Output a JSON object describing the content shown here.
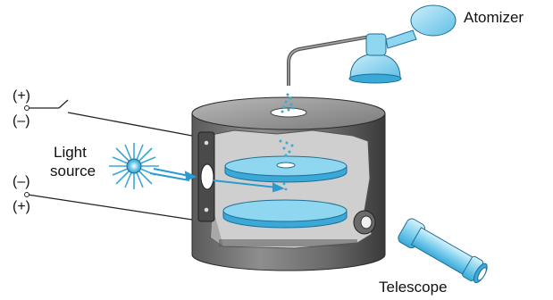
{
  "labels": {
    "atomizer": "Atomizer",
    "telescope": "Telescope",
    "light_source_line1": "Light",
    "light_source_line2": "source",
    "upper_terminal_plus": "(+)",
    "upper_terminal_minus": "(–)",
    "lower_terminal_minus": "(–)",
    "lower_terminal_plus": "(+)"
  },
  "colors": {
    "chamber_dark": "#3c3c3c",
    "chamber_light": "#9a9a9a",
    "droplet_blue": "#3aa9d8",
    "plate_blue": "#7fd0ee",
    "interior_gray": "#c9c9c9"
  }
}
